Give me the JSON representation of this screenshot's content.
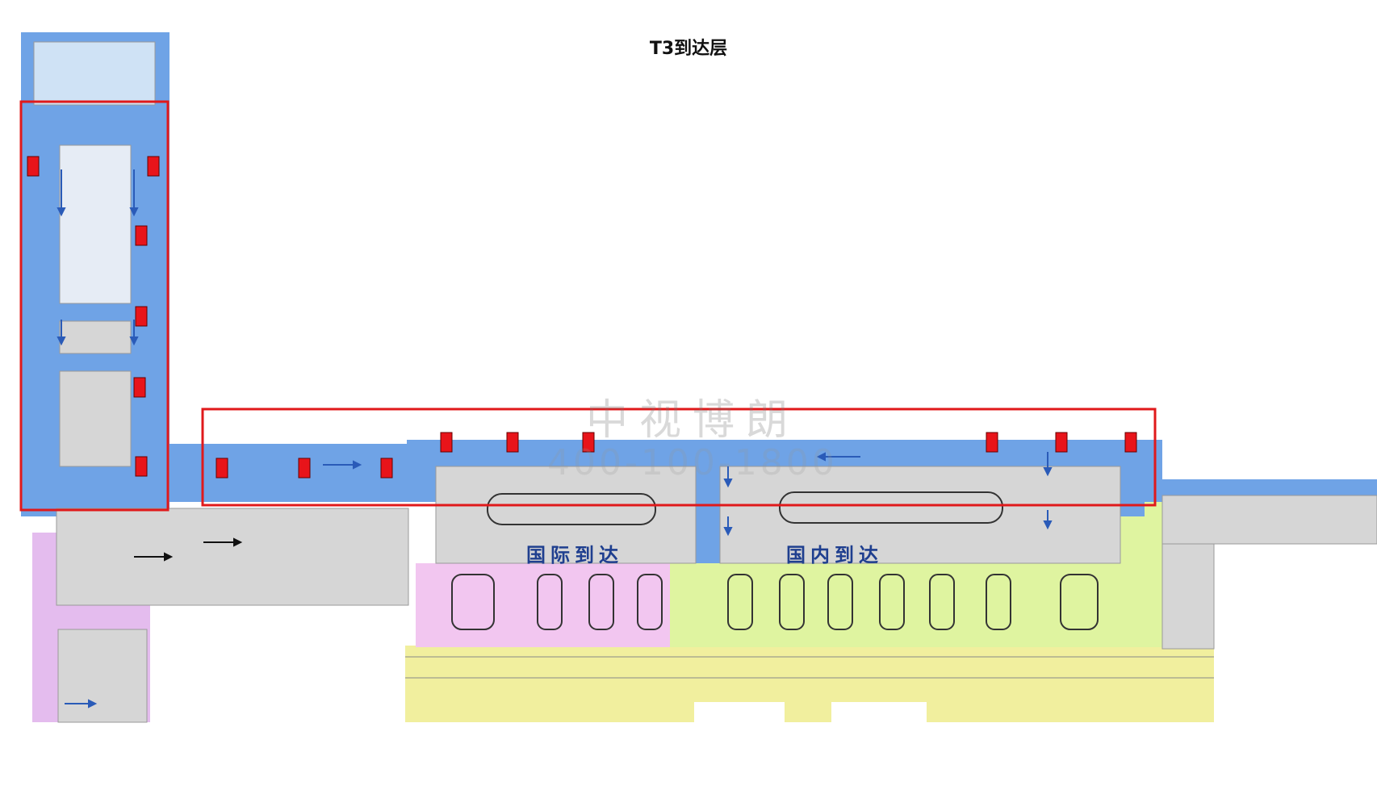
{
  "title": "T3到达层",
  "zones": {
    "international_label": "国际到达",
    "domestic_label": "国内到达"
  },
  "watermark": {
    "text": "中视博朗",
    "phone": "400-100-1800"
  },
  "colors": {
    "corridor": "#6fa3e6",
    "building": "#d6d6d6",
    "international_claim": "#f2c6f0",
    "domestic_claim": "#dff4a0",
    "curbside": "#f1ef9e",
    "left_bottom_zone": "#e4bcee",
    "highlight_frame": "#e0191b",
    "ad_marker": "#e8141a",
    "flow_arrow": "#2a5bb8"
  },
  "legend": {
    "ad_marker_count": 15,
    "highlight_region_count": 2
  }
}
